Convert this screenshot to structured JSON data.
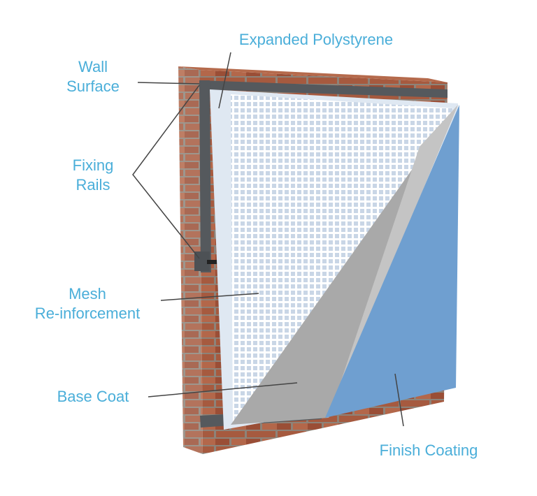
{
  "colors": {
    "label": "#4aaed9",
    "brick": "#a65a3f",
    "rail": "#55595d",
    "eps": "#dfe8f2",
    "base_coat": "#a9a9a9",
    "finish": "#6f9fd0",
    "leader": "#444444"
  },
  "labels": {
    "expanded_polystyrene": "Expanded Polystyrene",
    "wall_surface": [
      "Wall",
      "Surface"
    ],
    "fixing_rails": [
      "Fixing",
      "Rails"
    ],
    "mesh": [
      "Mesh",
      "Re-inforcement"
    ],
    "base_coat": "Base Coat",
    "finish_coating": "Finish Coating"
  }
}
